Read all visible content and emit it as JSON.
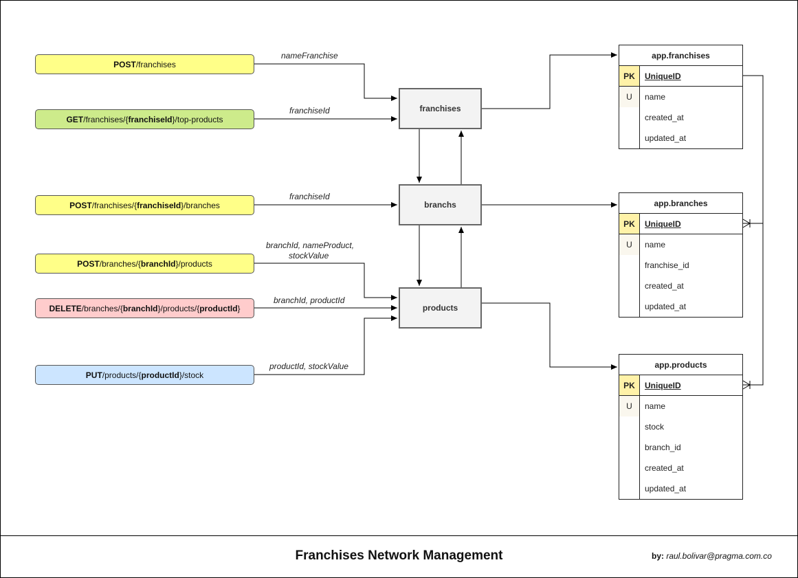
{
  "diagram": {
    "title": "Franchises Network Management",
    "author_prefix": "by:",
    "author": " raul.bolivar@pragma.com.co"
  },
  "colors": {
    "post": "#ffff88",
    "get": "#cdeb8b",
    "delete": "#ffcccc",
    "put": "#cce5ff",
    "service_fill": "#f3f3f3",
    "pk_fill": "#fff2a8"
  },
  "endpoints": [
    {
      "method": "POST",
      "parts": [
        " /franchises"
      ]
    },
    {
      "method": "GET",
      "parts": [
        " /franchises/{",
        "franchiseId",
        "}/top-products"
      ]
    },
    {
      "method": "POST",
      "parts": [
        " /franchises/{",
        "franchiseId",
        "}/branches"
      ]
    },
    {
      "method": "POST",
      "parts": [
        " /branches/{",
        "branchId",
        "}/products"
      ]
    },
    {
      "method": "DELETE",
      "parts": [
        " /branches/{",
        "branchId",
        "}/products/{",
        "productId",
        "}"
      ]
    },
    {
      "method": "PUT",
      "parts": [
        " /products/{",
        "productId",
        "}/stock"
      ]
    }
  ],
  "edge_labels": {
    "l0": "nameFranchise",
    "l1": "franchiseId",
    "l2": "franchiseId",
    "l3a": "branchId, nameProduct,",
    "l3b": "stockValue",
    "l4": "branchId, productId",
    "l5": "productId, stockValue"
  },
  "services": {
    "franchises": "franchises",
    "branchs": "branchs",
    "products": "products"
  },
  "tables": [
    {
      "name": "app.franchises",
      "pk_key": "PK",
      "pk_field": "UniqueID",
      "u_key": "U",
      "fields": [
        "name",
        "created_at",
        "updated_at"
      ]
    },
    {
      "name": "app.branches",
      "pk_key": "PK",
      "pk_field": "UniqueID",
      "u_key": "U",
      "fields": [
        "name",
        "franchise_id",
        "created_at",
        "updated_at"
      ]
    },
    {
      "name": "app.products",
      "pk_key": "PK",
      "pk_field": "UniqueID",
      "u_key": "U",
      "fields": [
        "name",
        "stock",
        "branch_id",
        "created_at",
        "updated_at"
      ]
    }
  ]
}
